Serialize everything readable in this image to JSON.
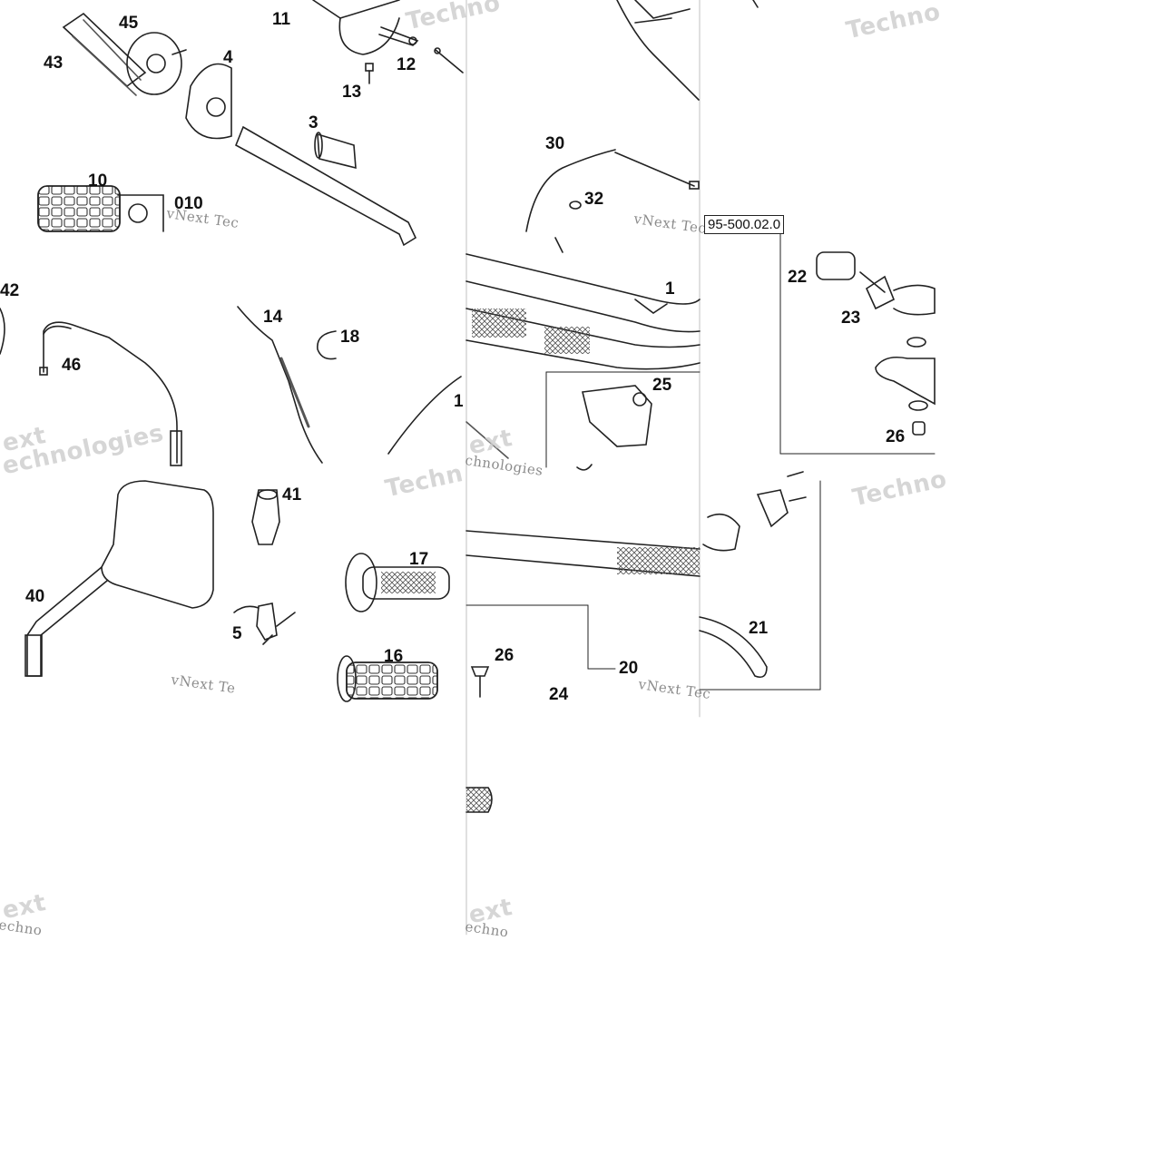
{
  "diagram": {
    "reference_code": "95-500.02.0",
    "callouts": {
      "c45": "45",
      "c43": "43",
      "c4": "4",
      "c11": "11",
      "c12": "12",
      "c13": "13",
      "c3": "3",
      "c10": "10",
      "c010": "010",
      "c30": "30",
      "c32": "32",
      "c1": "1",
      "c22": "22",
      "c23": "23",
      "c25": "25",
      "c26a": "26",
      "c42": "42",
      "c46": "46",
      "c14": "14",
      "c18": "18",
      "c1b": "1",
      "c41": "41",
      "c17": "17",
      "c40": "40",
      "c5": "5",
      "c16": "16",
      "c26b": "26",
      "c24": "24",
      "c20": "20",
      "c21": "21"
    },
    "watermarks": {
      "w1": "Techno",
      "w2": "Techno",
      "w3": "Techn",
      "w4": "Techno",
      "w5": "vNext Tec",
      "w6": "vNext Tec",
      "w7": "vNext Tec",
      "w8": "vNext Te",
      "w9": "ext",
      "w10": "echnologies",
      "w11": "ext",
      "w12": "echno",
      "w13": "ext",
      "w14": "echno",
      "w15": "ext",
      "w16": "chnologies"
    }
  }
}
